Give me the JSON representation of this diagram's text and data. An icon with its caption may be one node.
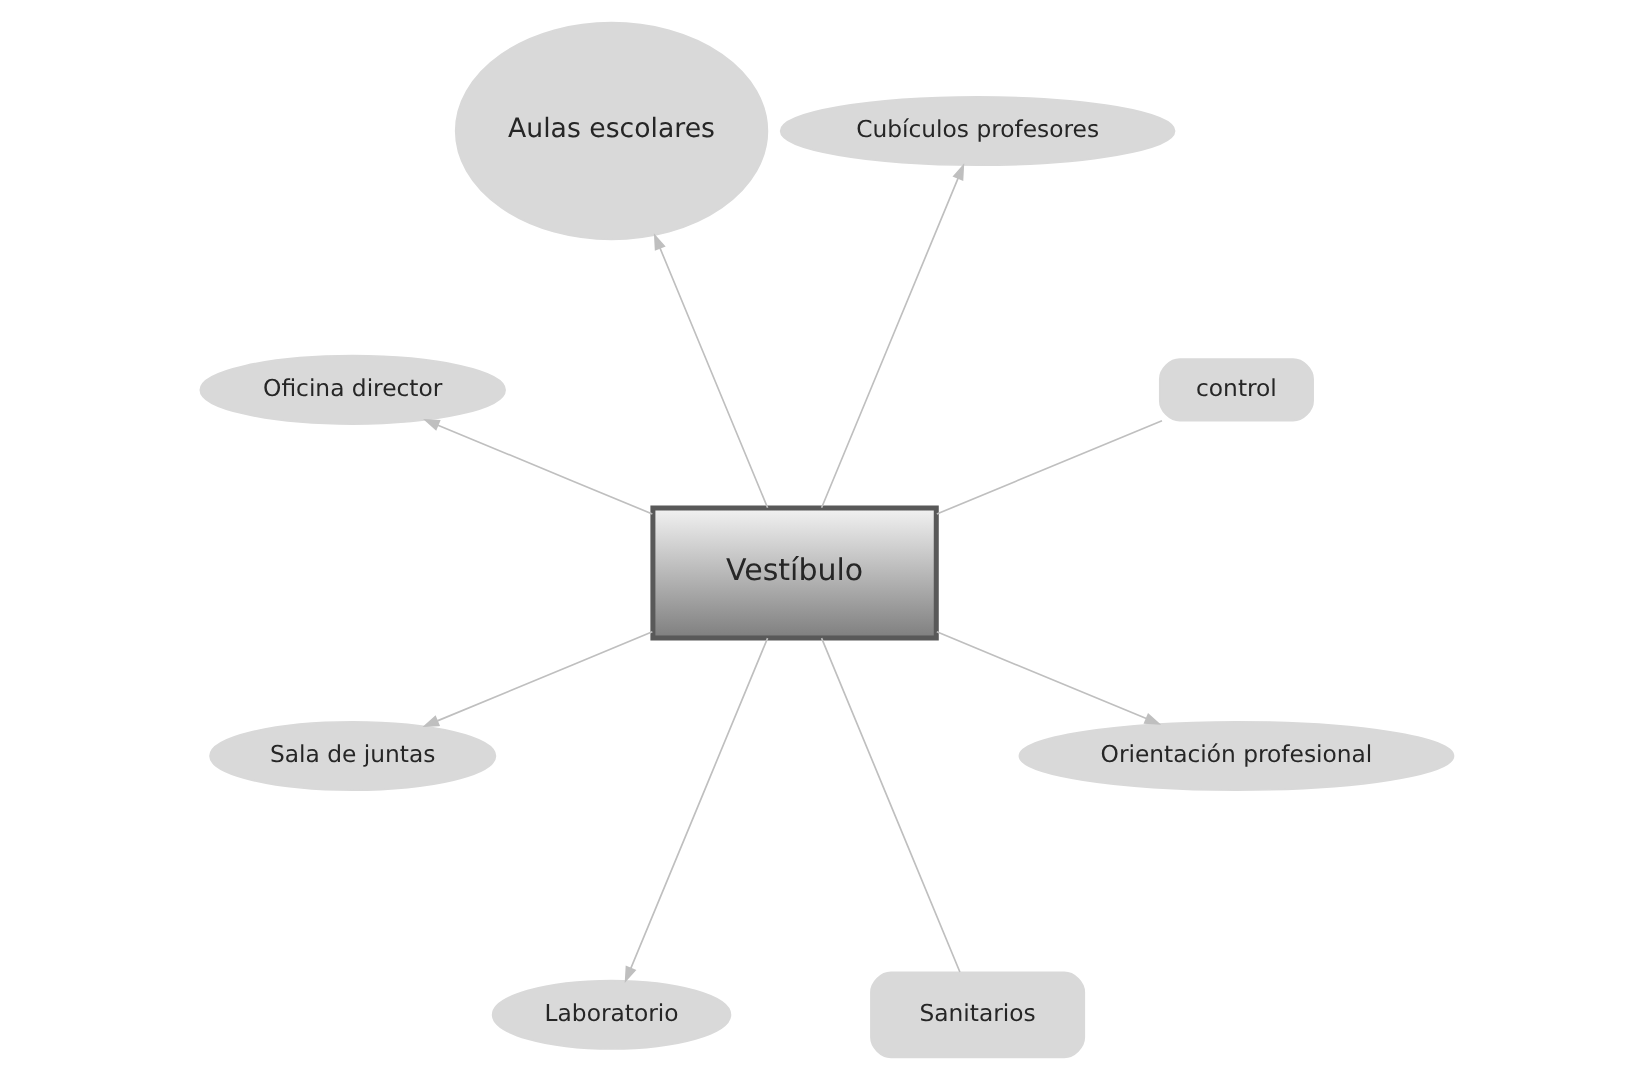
{
  "diagram": {
    "nodes": [
      {
        "text": [
          "control"
        ]
      },
      {
        "text": [
          "Cubículos profesores"
        ]
      },
      {
        "text": [
          "Aulas escolares"
        ]
      },
      {
        "text": [
          "Oficina director"
        ]
      },
      {
        "text": [
          "Vestíbulo"
        ]
      },
      {
        "text": [
          "Sala de juntas"
        ]
      },
      {
        "text": [
          "Laboratorio"
        ]
      },
      {
        "text": [
          "Sanitarios"
        ]
      },
      {
        "text": [
          "Orientación profesional"
        ]
      }
    ],
    "edges": [
      {
        "from": 4,
        "to": 0,
        "arrow": "none"
      },
      {
        "from": 4,
        "to": 1,
        "arrow": "to"
      },
      {
        "from": 4,
        "to": 3,
        "arrow": "to"
      },
      {
        "from": 4,
        "to": 5,
        "arrow": "to"
      },
      {
        "from": 4,
        "to": 8,
        "arrow": "to"
      },
      {
        "from": 4,
        "to": 7,
        "arrow": "none"
      },
      {
        "from": 4,
        "to": 6,
        "arrow": "to"
      },
      {
        "from": 4,
        "to": 2,
        "arrow": "to"
      }
    ]
  }
}
